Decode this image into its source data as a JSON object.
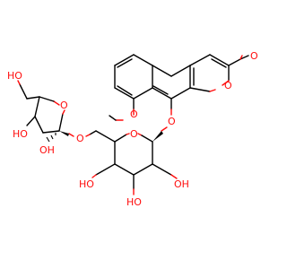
{
  "colors": {
    "bond": "#000000",
    "oxygen": "#ff0d0d",
    "background": "#ffffff"
  },
  "labels": {
    "carbonyl_o": "O",
    "ring_o": "O",
    "methoxy_o": "O",
    "glycosidic_o": "O",
    "pyranose_o": "O",
    "bridge_o": "O",
    "furanose_o": "O",
    "ch2oh_ho": "HO",
    "c3_ho": "HO",
    "c2_oh": "OH",
    "glc_oh_1": "HO",
    "glc_oh_2": "HO",
    "glc_oh_3": "OH"
  }
}
